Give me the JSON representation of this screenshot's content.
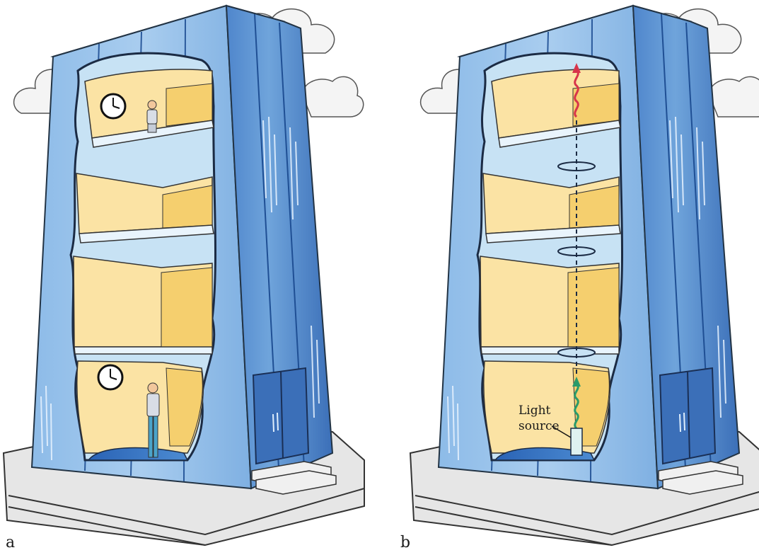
{
  "panels": [
    {
      "letter": "a"
    },
    {
      "letter": "b",
      "annotation_line1": "Light",
      "annotation_line2": "source"
    }
  ],
  "colors": {
    "building_light": "#a9cdef",
    "building_mid": "#6fa4db",
    "building_dark": "#3b6fb8",
    "interior_yellow": "#fbe3a4",
    "interior_yellow_dark": "#f5cf6e",
    "ceiling_blue": "#c7e2f4",
    "floor_blue": "#2f6fc0",
    "photon_red": "#d8344a",
    "photon_green": "#2a9a6a",
    "pavement": "#e6e6e6",
    "cloud": "#f4f4f4"
  },
  "icons": [
    "clock-icon",
    "person-icon",
    "door-icon",
    "cloud-icon",
    "wave-photon-icon",
    "arrow-up-icon"
  ]
}
